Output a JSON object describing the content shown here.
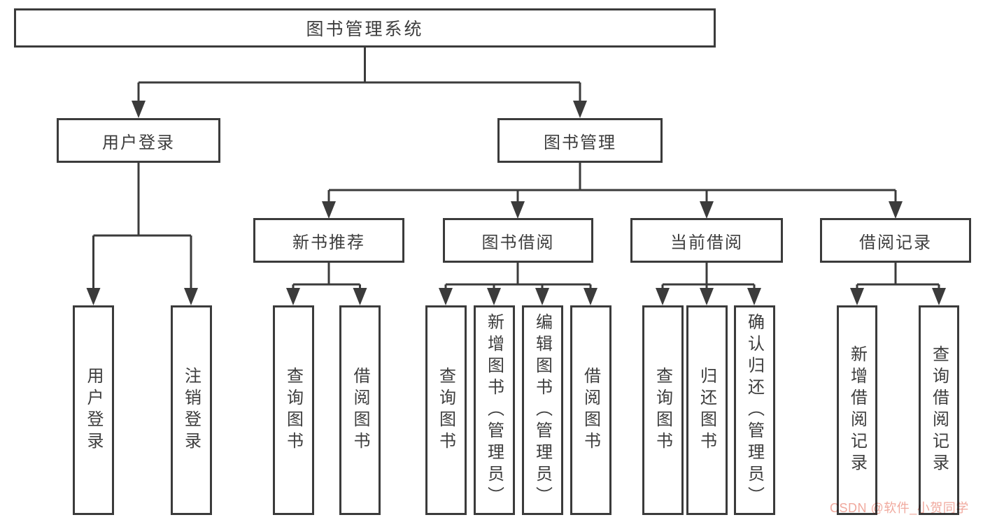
{
  "diagram": {
    "root": {
      "label": "图书管理系统"
    },
    "branches": {
      "user_login": {
        "label": "用户登录"
      },
      "book_management": {
        "label": "图书管理"
      }
    },
    "modules": {
      "new_book_recommend": {
        "label": "新书推荐"
      },
      "book_borrow": {
        "label": "图书借阅"
      },
      "current_borrow": {
        "label": "当前借阅"
      },
      "borrow_records": {
        "label": "借阅记录"
      }
    },
    "leaves": {
      "user_login": {
        "label": "用户登录"
      },
      "logout": {
        "label": "注销登录"
      },
      "recommend_query_book": {
        "label": "查询图书"
      },
      "recommend_borrow_book": {
        "label": "借阅图书"
      },
      "borrow_query_book": {
        "label": "查询图书"
      },
      "add_book_admin": {
        "label": "新增图书（管理员）"
      },
      "edit_book_admin": {
        "label": "编辑图书（管理员）"
      },
      "borrow_borrow_book": {
        "label": "借阅图书"
      },
      "current_query_book": {
        "label": "查询图书"
      },
      "return_book": {
        "label": "归还图书"
      },
      "confirm_return_admin": {
        "label": "确认归还（管理员）"
      },
      "add_borrow_record": {
        "label": "新增借阅记录"
      },
      "query_borrow_record": {
        "label": "查询借阅记录"
      }
    }
  },
  "watermark": {
    "text": "CSDN @软件_小贺同学",
    "color": "#ee9a8d"
  },
  "colors": {
    "line": "#3b3b3b",
    "background": "#ffffff"
  }
}
